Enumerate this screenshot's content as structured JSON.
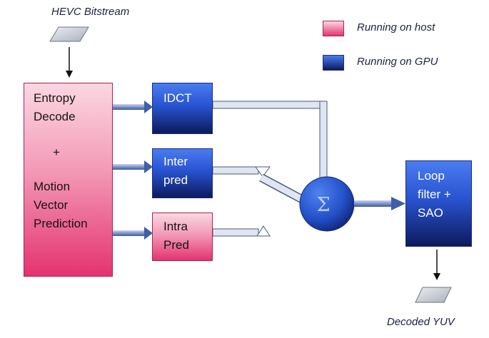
{
  "input": {
    "label": "HEVC Bitstream"
  },
  "output": {
    "label": "Decoded YUV"
  },
  "legend": [
    {
      "label": "Running on host",
      "color": "#e4336f"
    },
    {
      "label": "Running on GPU",
      "color": "#2853d0"
    }
  ],
  "blocks": {
    "entropy": {
      "lines": [
        "Entropy",
        "Decode",
        "+",
        "Motion",
        "Vector",
        "Prediction"
      ],
      "runs_on": "host"
    },
    "idct": {
      "lines": [
        "IDCT"
      ],
      "runs_on": "gpu"
    },
    "inter": {
      "lines": [
        "Inter",
        "pred"
      ],
      "runs_on": "gpu"
    },
    "intra": {
      "lines": [
        "Intra",
        "Pred"
      ],
      "runs_on": "host"
    },
    "loop": {
      "lines": [
        "Loop",
        "filter +",
        "SAO"
      ],
      "runs_on": "gpu"
    }
  },
  "sum": {
    "symbol": "Σ"
  },
  "colors": {
    "host": "#e4336f",
    "gpu": "#2853d0",
    "arrow": "#3f5fa8",
    "wire": "#5b6f8f"
  }
}
